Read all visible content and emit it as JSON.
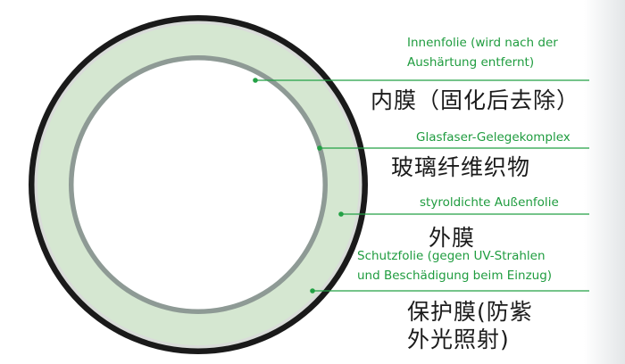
{
  "colors": {
    "outer_film": "#1a1a1a",
    "protective_film": "#d9dcd9",
    "laminate": "#d5e7d1",
    "inner_film": "#8e9a95",
    "leader_line": "#23a145",
    "german_text": "#1f9c3f",
    "chinese_text": "#1b1b1b"
  },
  "callouts": {
    "inner_film": {
      "de_lines": [
        "Innenfolie (wird nach der",
        "Aushärtung entfernt)"
      ],
      "cn": "内膜（固化后去除）"
    },
    "glass_fiber": {
      "de": "Glasfaser-Gelegekomplex",
      "cn": "玻璃纤维织物"
    },
    "outer_film": {
      "de": "styroldichte Außenfolie",
      "cn": "外膜"
    },
    "protective_film": {
      "de_lines": [
        "Schutzfolie (gegen UV-Strahlen",
        "und Beschädigung beim Einzug)"
      ],
      "cn_lines": [
        "保护膜(防紫",
        "外光照射)"
      ]
    }
  }
}
